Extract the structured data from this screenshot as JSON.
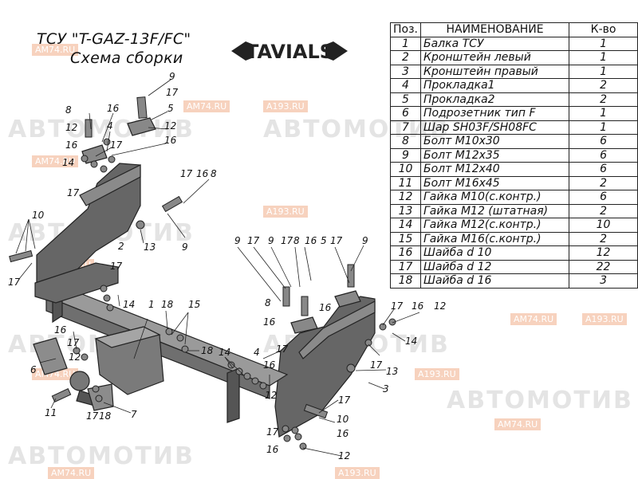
{
  "title": {
    "line1": "ТСУ \"T-GAZ-13F/FC\"",
    "line2": "Схема сборки"
  },
  "logo": {
    "text": "TAVIALS"
  },
  "watermarks": {
    "brand": "АВТОМОТИВ",
    "site_a": "AM74.RU",
    "site_b": "A193.RU"
  },
  "table": {
    "headers": {
      "pos": "Поз.",
      "name": "НАИМЕНОВАНИЕ",
      "qty": "К-во"
    },
    "rows": [
      {
        "pos": "1",
        "name": "Балка ТСУ",
        "qty": "1"
      },
      {
        "pos": "2",
        "name": "Кронштейн левый",
        "qty": "1"
      },
      {
        "pos": "3",
        "name": "Кронштейн правый",
        "qty": "1"
      },
      {
        "pos": "4",
        "name": "Прокладка1",
        "qty": "2"
      },
      {
        "pos": "5",
        "name": "Прокладка2",
        "qty": "2"
      },
      {
        "pos": "6",
        "name": "Подрозетник тип F",
        "qty": "1"
      },
      {
        "pos": "7",
        "name": "Шар SH03F/SH08FC",
        "qty": "1"
      },
      {
        "pos": "8",
        "name": "Болт М10х30",
        "qty": "6"
      },
      {
        "pos": "9",
        "name": "Болт М12х35",
        "qty": "6"
      },
      {
        "pos": "10",
        "name": "Болт М12х40",
        "qty": "6"
      },
      {
        "pos": "11",
        "name": "Болт М16х45",
        "qty": "2"
      },
      {
        "pos": "12",
        "name": "Гайка М10(с.контр.)",
        "qty": "6"
      },
      {
        "pos": "13",
        "name": "Гайка М12 (штатная)",
        "qty": "2"
      },
      {
        "pos": "14",
        "name": "Гайка М12(с.контр.)",
        "qty": "10"
      },
      {
        "pos": "15",
        "name": "Гайка М16(с.контр.)",
        "qty": "2"
      },
      {
        "pos": "16",
        "name": "Шайба d 10",
        "qty": "12"
      },
      {
        "pos": "17",
        "name": "Шайба d 12",
        "qty": "22"
      },
      {
        "pos": "18",
        "name": "Шайба d 16",
        "qty": "3"
      }
    ]
  },
  "callouts": {
    "n1": "1",
    "n2": "2",
    "n3": "3",
    "n4": "4",
    "n5": "5",
    "n6": "6",
    "n7": "7",
    "n8": "8",
    "n9": "9",
    "n10": "10",
    "n11": "11",
    "n12": "12",
    "n13": "13",
    "n14": "14",
    "n15": "15",
    "n16": "16",
    "n17": "17",
    "n18": "18"
  }
}
